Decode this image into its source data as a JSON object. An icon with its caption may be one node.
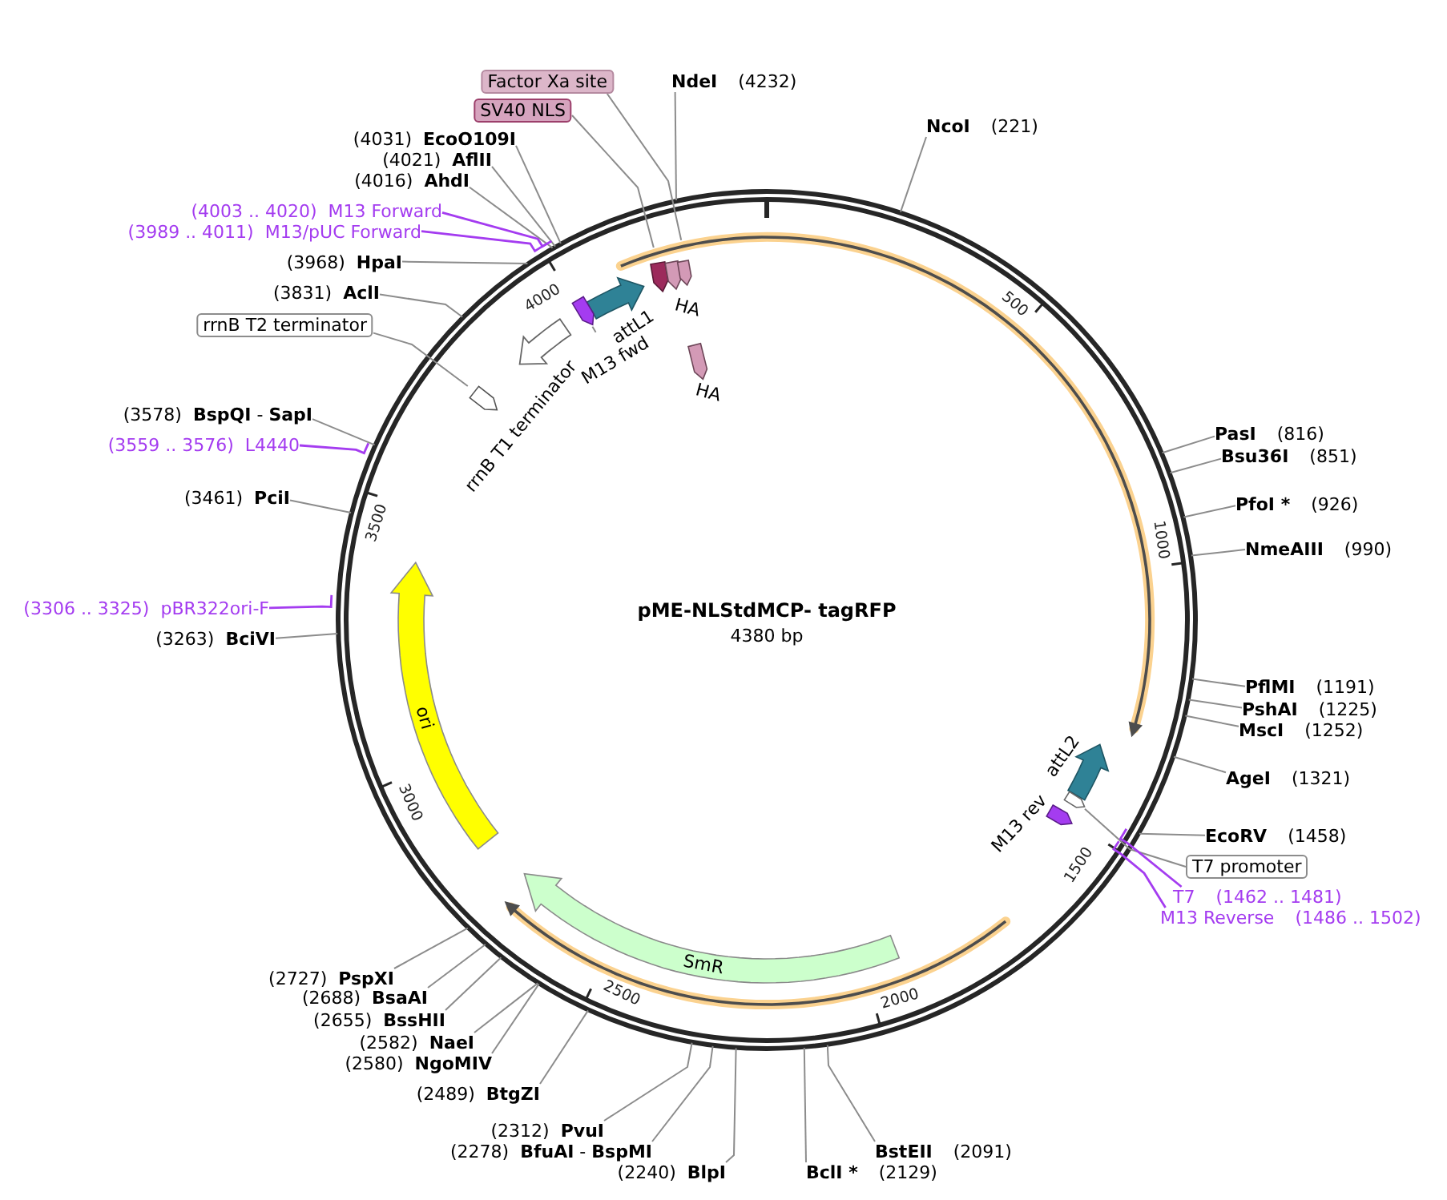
{
  "diagram": {
    "title": "pME-NLStdMCP- tagRFP",
    "nodes": [
      {
        "text": [
          "Factor Xa site"
        ]
      },
      {
        "text": [
          "NdeI",
          "(4232)"
        ]
      },
      {
        "text": [
          "SV40 NLS"
        ]
      },
      {
        "text": [
          "NcoI",
          "(221)"
        ]
      },
      {
        "text": [
          "(4031)",
          "EcoO109I"
        ]
      },
      {
        "text": [
          "(4021)",
          "AflII"
        ]
      },
      {
        "text": [
          "(4016)",
          "AhdI"
        ]
      },
      {
        "text": [
          "(4003 .. 4020)",
          "M13 Forward"
        ]
      },
      {
        "text": [
          "(3989 .. 4011)",
          "M13/pUC Forward"
        ]
      },
      {
        "text": [
          "(3968)",
          "HpaI"
        ]
      },
      {
        "text": [
          "(3831)",
          "AclI"
        ]
      },
      {
        "text": [
          "rrnB T2 terminator"
        ]
      },
      {
        "text": [
          "M13 fwd"
        ]
      },
      {
        "text": [
          "(3578)",
          "**BspQI** - **SapI**"
        ]
      },
      {
        "text": [
          "PasI",
          "(816)"
        ]
      },
      {
        "text": [
          "(3559 .. 3576)",
          "L4440"
        ]
      },
      {
        "text": [
          "Bsu36I",
          "(851)"
        ]
      },
      {
        "text": [
          "(3461)",
          "PciI"
        ]
      },
      {
        "text": [
          "PfoI *",
          "(926)"
        ]
      },
      {
        "text": [
          "NmeAIII",
          "(990)"
        ]
      },
      {
        "text": [
          "(3306 .. 3325)",
          "pBR322ori-F"
        ]
      },
      {
        "text": [
          "(3263)",
          "BciVI"
        ]
      },
      {
        "text": [
          "PflMI",
          "(1191)"
        ]
      },
      {
        "text": [
          "PshAI",
          "(1225)"
        ]
      },
      {
        "text": [
          "MscI",
          "(1252)"
        ]
      },
      {
        "text": [
          "AgeI",
          "(1321)"
        ]
      },
      {
        "text": [
          "EcoRV",
          "(1458)"
        ]
      },
      {
        "text": [
          "T7 promoter"
        ]
      },
      {
        "text": [
          "T7",
          "(1462 .. 1481)"
        ]
      },
      {
        "text": [
          "M13 Reverse",
          "(1486 .. 1502)"
        ]
      },
      {
        "text": [
          "(2727)",
          "PspXI"
        ]
      },
      {
        "text": [
          "(2688)",
          "BsaAI"
        ]
      },
      {
        "text": [
          "(2655)",
          "BssHII"
        ]
      },
      {
        "text": [
          "(2582)",
          "NaeI"
        ]
      },
      {
        "text": [
          "(2580)",
          "NgoMIV"
        ]
      },
      {
        "text": [
          "(2489)",
          "BtgZI"
        ]
      },
      {
        "text": [
          "(2312)",
          "PvuI"
        ]
      },
      {
        "text": [
          "(2278)",
          "**BfuAI** - **BspMI**"
        ]
      },
      {
        "text": [
          "BstEII",
          "(2091)"
        ]
      },
      {
        "text": [
          "(2240)",
          "BlpI"
        ]
      },
      {
        "text": [
          "BclI *",
          "(2129)"
        ]
      },
      {
        "text": [],
        "shape": "arrow"
      },
      {
        "text": [],
        "shape": "arrow"
      },
      {
        "text": [],
        "shape": "arrow"
      }
    ],
    "edges": [
      {
        "from": 0,
        "to": null,
        "arrow": "none"
      },
      {
        "from": 1,
        "to": null,
        "arrow": "none"
      },
      {
        "from": 2,
        "to": null,
        "arrow": "none"
      },
      {
        "from": 3,
        "to": null,
        "arrow": "none"
      },
      {
        "from": 4,
        "to": null,
        "arrow": "none"
      },
      {
        "from": 5,
        "to": null,
        "arrow": "none"
      },
      {
        "from": 6,
        "to": null,
        "arrow": "none"
      },
      {
        "from": 7,
        "to": null,
        "arrow": "none",
        "color": "#a43cf0"
      },
      {
        "from": 8,
        "to": null,
        "arrow": "none",
        "color": "#a43cf0"
      },
      {
        "from": 9,
        "to": null,
        "arrow": "none"
      },
      {
        "from": 10,
        "to": null,
        "arrow": "none"
      },
      {
        "from": 11,
        "to": 42,
        "arrow": "none"
      },
      {
        "from": 12,
        "to": 41,
        "arrow": "none"
      },
      {
        "from": 13,
        "to": null,
        "arrow": "none"
      },
      {
        "from": 14,
        "to": null,
        "arrow": "none"
      },
      {
        "from": 15,
        "to": null,
        "arrow": "none",
        "color": "#a43cf0"
      },
      {
        "from": 16,
        "to": null,
        "arrow": "none"
      },
      {
        "from": 17,
        "to": null,
        "arrow": "none"
      },
      {
        "from": 18,
        "to": null,
        "arrow": "none"
      },
      {
        "from": 19,
        "to": null,
        "arrow": "none"
      },
      {
        "from": 20,
        "to": null,
        "arrow": "none",
        "color": "#a43cf0"
      },
      {
        "from": 21,
        "to": null,
        "arrow": "none"
      },
      {
        "from": 22,
        "to": null,
        "arrow": "none"
      },
      {
        "from": 23,
        "to": null,
        "arrow": "none"
      },
      {
        "from": 24,
        "to": null,
        "arrow": "none"
      },
      {
        "from": 25,
        "to": null,
        "arrow": "none"
      },
      {
        "from": 26,
        "to": null,
        "arrow": "none"
      },
      {
        "from": 27,
        "to": 43,
        "arrow": "none"
      },
      {
        "from": 28,
        "to": null,
        "arrow": "none",
        "color": "#a43cf0"
      },
      {
        "from": 29,
        "to": null,
        "arrow": "none",
        "color": "#a43cf0"
      },
      {
        "from": 30,
        "to": null,
        "arrow": "none"
      },
      {
        "from": 31,
        "to": null,
        "arrow": "none"
      },
      {
        "from": 32,
        "to": null,
        "arrow": "none"
      },
      {
        "from": 33,
        "to": null,
        "arrow": "none"
      },
      {
        "from": 34,
        "to": null,
        "arrow": "none"
      },
      {
        "from": 35,
        "to": null,
        "arrow": "none"
      },
      {
        "from": 36,
        "to": null,
        "arrow": "none"
      },
      {
        "from": 37,
        "to": null,
        "arrow": "none"
      },
      {
        "from": 38,
        "to": null,
        "arrow": "none"
      },
      {
        "from": 39,
        "to": null,
        "arrow": "none"
      },
      {
        "from": 40,
        "to": null,
        "arrow": "none"
      }
    ],
    "labels": [
      "4000",
      "500",
      "HA",
      "attL1",
      "HA",
      "rrnB T1 terminator",
      "3500",
      "1000",
      "4380 bp",
      "ori",
      "attL2",
      "3000",
      "M13 rev",
      "1500",
      "SmR",
      "2500",
      "2000"
    ]
  }
}
